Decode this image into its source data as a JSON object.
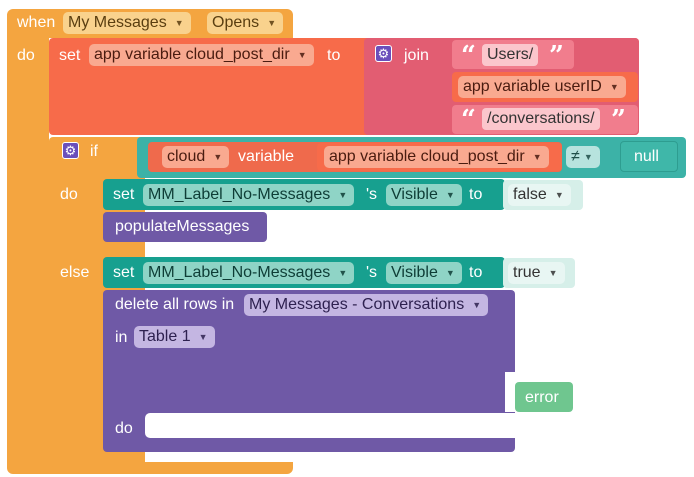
{
  "event": {
    "when": "when",
    "component": "My Messages",
    "event_name": "Opens",
    "do": "do"
  },
  "set_var": {
    "set": "set",
    "variable": "app variable cloud_post_dir",
    "to": "to",
    "join": "join",
    "str1": "Users/",
    "user_var": "app variable userID",
    "str2": "/conversations/"
  },
  "if_block": {
    "if": "if",
    "source": "cloud",
    "variable_word": "variable",
    "variable": "app variable cloud_post_dir",
    "operator": "≠",
    "null": "null",
    "do": "do",
    "else": "else"
  },
  "then_branch": {
    "set": "set",
    "component": "MM_Label_No-Messages",
    "possessive": "'s",
    "property": "Visible",
    "to": "to",
    "value": "false",
    "call": "populateMessages"
  },
  "else_branch": {
    "set": "set",
    "component": "MM_Label_No-Messages",
    "possessive": "'s",
    "property": "Visible",
    "to": "to",
    "value": "true",
    "delete_label": "delete all rows in",
    "datasource": "My Messages - Conversations",
    "in": "in",
    "table": "Table 1",
    "error": "error",
    "do": "do"
  },
  "colors": {
    "event": "#f4a540",
    "set_variable": "#f76b4a",
    "join": "#e25d72",
    "logic": "#3cb2a7",
    "component_set": "#17a08f",
    "procedure": "#6f59a6",
    "error": "#6fc68f"
  },
  "icons": {
    "mutator": "gear-icon",
    "quote": "quote-icon",
    "dropdown": "chevron-down-icon"
  }
}
